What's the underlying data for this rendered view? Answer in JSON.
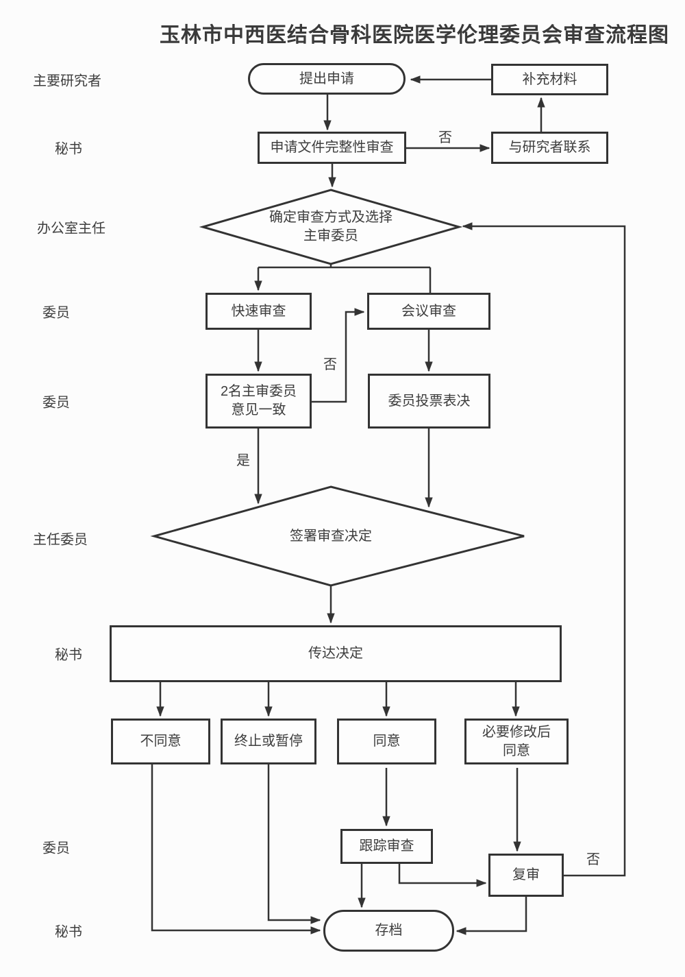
{
  "title": "玉林市中西医结合骨科医院医学伦理委员会审查流程图",
  "roles": [
    "主要研究者",
    "秘书",
    "办公室主任",
    "委员",
    "委员",
    "主任委员",
    "秘书",
    "委员",
    "秘书"
  ],
  "nodes": {
    "apply": "提出申请",
    "supplement": "补充材料",
    "completeness": "申请文件完整性审查",
    "contact": "与研究者联系",
    "decide_method": "确定审查方式及选择\n主审委员",
    "rapid": "快速审查",
    "meeting": "会议审查",
    "two_reviewers": "2名主审委员\n意见一致",
    "vote": "委员投票表决",
    "sign": "签署审查决定",
    "convey": "传达决定",
    "disagree": "不同意",
    "terminate": "终止或暂停",
    "agree": "同意",
    "modify": "必要修改后\n同意",
    "follow": "跟踪审查",
    "rereview": "复审",
    "archive": "存档"
  },
  "edge_labels": {
    "no_incomplete": "否",
    "no_disagree": "否",
    "yes_agree": "是",
    "no_rereview": "否"
  },
  "colors": {
    "line": "#333333",
    "text": "#3d3d3d",
    "background": "#fcfcfc"
  }
}
